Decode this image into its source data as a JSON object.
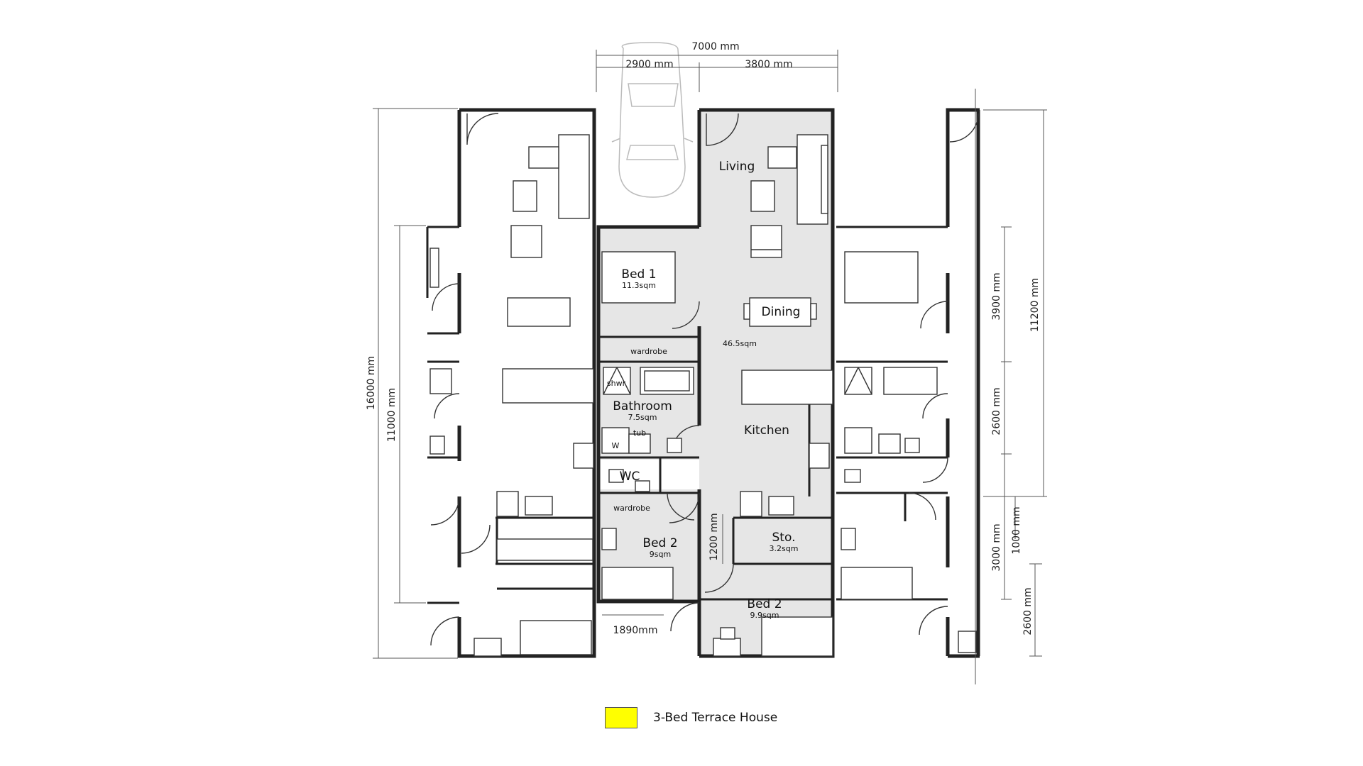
{
  "rooms": {
    "living": "Living",
    "dining": "Dining",
    "main_area": "46.5sqm",
    "kitchen": "Kitchen",
    "bed1": "Bed 1",
    "bed1_area": "11.3sqm",
    "wardrobe_top": "wardrobe",
    "bathroom": "Bathroom",
    "bathroom_area": "7.5sqm",
    "shower": "shwr",
    "tub": "tub",
    "washer": "W",
    "wc": "WC",
    "wardrobe_bottom": "wardrobe",
    "bed2a": "Bed 2",
    "bed2a_area": "9sqm",
    "storage": "Sto.",
    "storage_area": "3.2sqm",
    "bed2b": "Bed 2",
    "bed2b_area": "9.9sqm"
  },
  "dimensions": {
    "total_width": "7000 mm",
    "left_width": "2900 mm",
    "right_width": "3800 mm",
    "total_length": "16000 mm",
    "inner_length": "11000 mm",
    "right_top": "3900 mm",
    "right_mid": "2600 mm",
    "right_full": "11200 mm",
    "right_lower": "3000 mm",
    "right_step": "1000 mm",
    "right_bottom": "2600 mm",
    "corridor": "1200 mm",
    "bottom_width": "1890mm"
  },
  "legend": {
    "label": "3-Bed Terrace House",
    "swatch_color": "#ffff00"
  },
  "colors": {
    "floor_fill": "#e6e6e6",
    "wall": "#222222"
  }
}
